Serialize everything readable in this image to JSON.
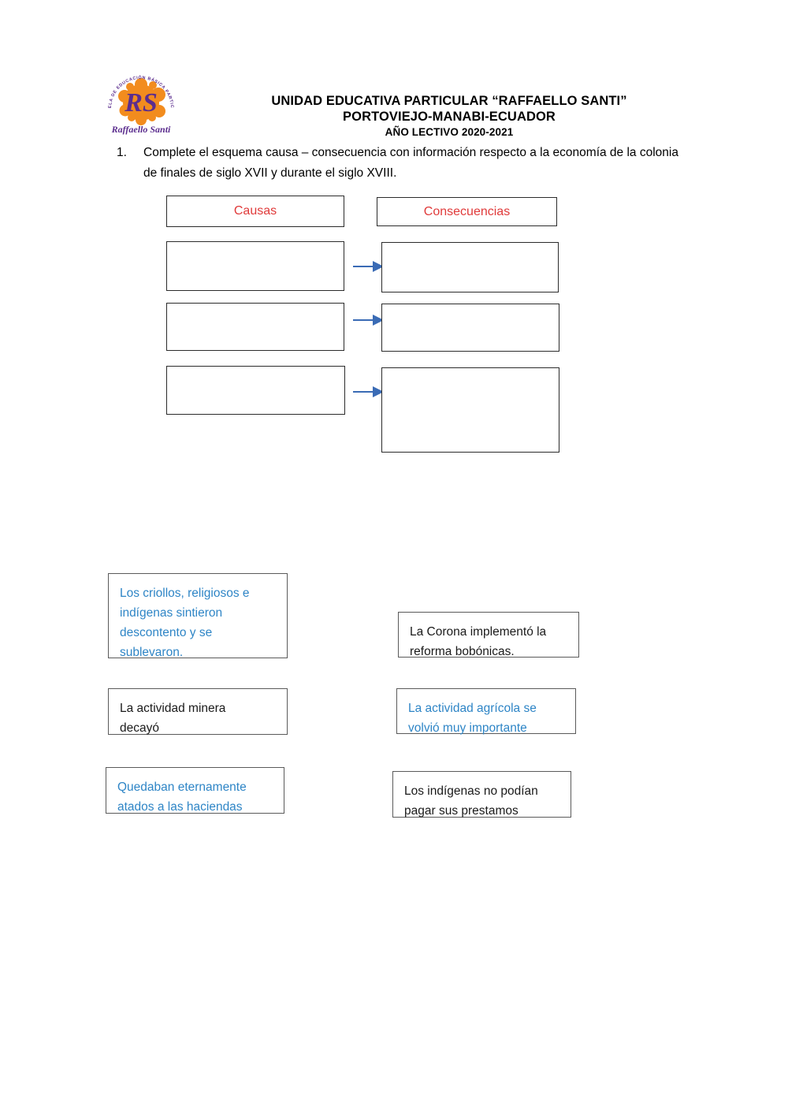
{
  "document": {
    "logo": {
      "name": "raffaello-santi-school-logo",
      "arc_text": "ESCUELA DE EDUCACIÓN BÁSICA PARTICULAR",
      "monogram": "RS",
      "script_text": "Raffaello Santi",
      "colors": {
        "splat": "#F28C1E",
        "letters": "#5B2D8E",
        "arc_text": "#5B2D8E"
      }
    },
    "header": {
      "line1": "UNIDAD EDUCATIVA PARTICULAR “RAFFAELLO SANTI”",
      "line2": "PORTOVIEJO-MANABI-ECUADOR",
      "line3": "AÑO LECTIVO 2020-2021"
    },
    "instruction": {
      "number": "1.",
      "text": "Complete el esquema causa – consecuencia con información respecto a la economía de la colonia de finales de siglo XVII y durante el siglo XVIII."
    }
  },
  "diagram": {
    "column_headers": [
      {
        "label": "Causas",
        "color": "#e03a3a"
      },
      {
        "label": "Consecuencias",
        "color": "#e03a3a"
      }
    ],
    "arrow_color": "#3a6bb5",
    "rows": [
      {
        "cause_value": "",
        "consequence_value": ""
      },
      {
        "cause_value": "",
        "consequence_value": ""
      },
      {
        "cause_value": "",
        "consequence_value": ""
      }
    ]
  },
  "answer_bank": {
    "items": [
      {
        "text": "Los criollos, religiosos e\nindígenas sintieron\ndescontento y se\nsublevaron.",
        "color": "blue"
      },
      {
        "text": "La Corona implementó la\nreforma bobónicas.",
        "color": "black"
      },
      {
        "text": "La actividad minera\ndecayó",
        "color": "black"
      },
      {
        "text": "La actividad agrícola se\nvolvió muy importante",
        "color": "blue"
      },
      {
        "text": "Quedaban eternamente\natados a las haciendas",
        "color": "blue"
      },
      {
        "text": "Los indígenas no podían\npagar sus prestamos",
        "color": "black"
      }
    ]
  },
  "colors": {
    "heading_red": "#e03a3a",
    "answer_blue": "#2e85c6",
    "answer_black": "#1a1a1a",
    "box_border": "#2b2b2b",
    "arrow_blue": "#3a6bb5"
  }
}
